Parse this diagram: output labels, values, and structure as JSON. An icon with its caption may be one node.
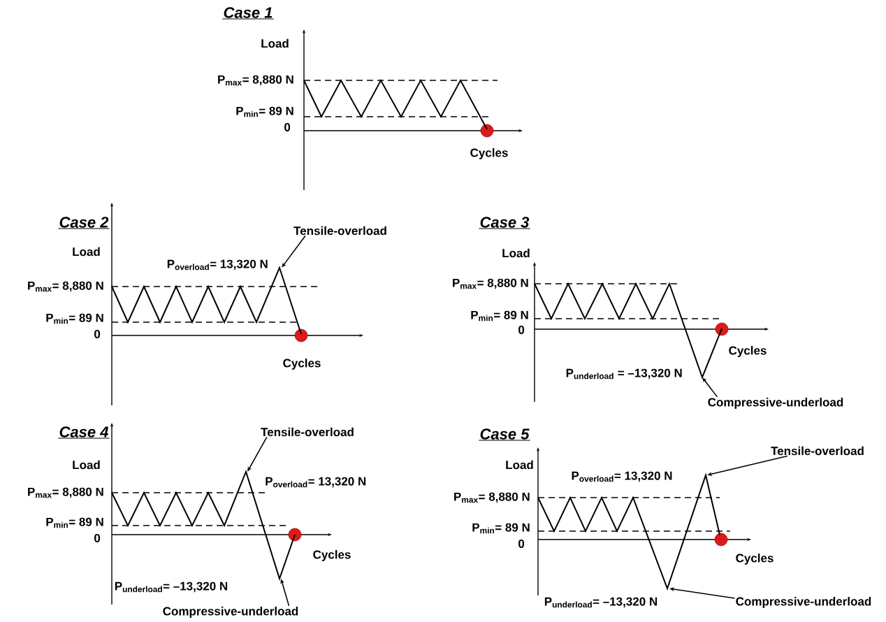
{
  "diagram": {
    "nodes": [
      {
        "text": [
          "Tensile-overload"
        ]
      },
      {
        "text": [
          "Compressive-underload"
        ]
      },
      {
        "text": [
          "Tensile-overload"
        ]
      },
      {
        "text": [
          "Compressive-underload"
        ]
      },
      {
        "text": [
          "Tensile-overload"
        ]
      },
      {
        "text": [
          "Compressive-underload"
        ]
      },
      {
        "text": [],
        "shape": "line"
      },
      {
        "text": [],
        "shape": "line"
      },
      {
        "text": [],
        "shape": "line"
      },
      {
        "text": [],
        "shape": "line"
      }
    ],
    "edges": [
      {
        "from": 0,
        "to": 6,
        "arrow": "to"
      },
      {
        "from": 1,
        "to": 7,
        "arrow": "to"
      },
      {
        "from": 2,
        "to": 8,
        "arrow": "to"
      },
      {
        "from": 3,
        "to": 8,
        "arrow": "to"
      },
      {
        "from": 4,
        "to": 9,
        "arrow": "to"
      },
      {
        "from": 5,
        "to": 9,
        "arrow": "to"
      }
    ],
    "labels": [
      "Case 1",
      "Load",
      "P$_{max}$= 8,880 N",
      "P$_{min}$= 89 N",
      "0",
      "Cycles",
      "Case 2",
      "Load",
      "P$_{overload}$= 13,320 N",
      "P$_{max}$= 8,880 N",
      "P$_{min}$= 89 N",
      "0",
      "Cycles",
      "Case 3",
      "Load",
      "P$_{max}$= 8,880 N",
      "P$_{min}$= 89 N",
      "0",
      "Cycles",
      "\\textbf{P}_{\\textbf{underload}}\\textbf{ = –13,320 N}",
      "Case 4",
      "Load",
      "P$_{overload}$= 13,320 N",
      "P$_{max}$= 8,880 N",
      "P$_{min}$= 89 N",
      "0",
      "Cycles",
      "\\textbf{P}_{\\textbf{underload}}\\textbf{= –13,320 N}",
      "Case 5",
      "Load",
      "P$_{overload}$= 13,320 N",
      "P$_{max}$= 8,880 N",
      "P$_{min}$= 89 N",
      "0",
      "Cycles",
      "\\textbf{P}_{\\textbf{underload}}\\textbf{= –13,320 N}"
    ]
  }
}
